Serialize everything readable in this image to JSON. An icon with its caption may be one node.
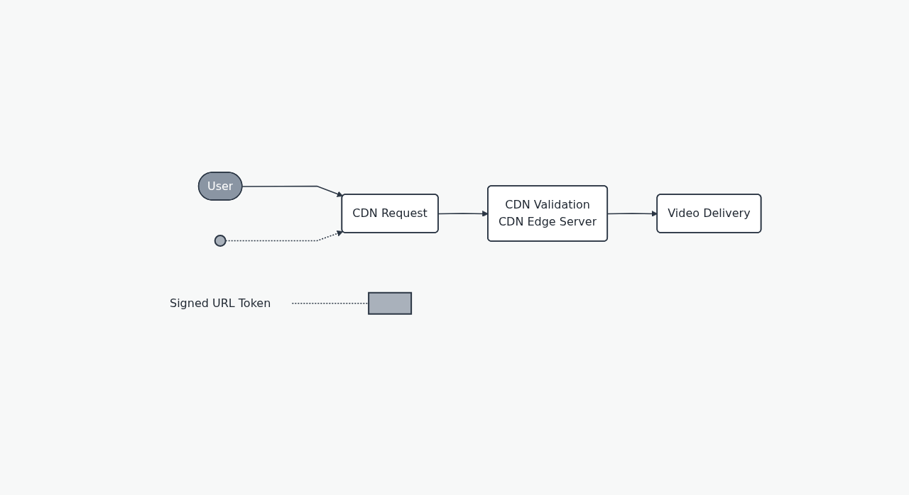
{
  "diagram": {
    "nodes": [
      {
        "text": [
          "User"
        ]
      },
      {
        "text": [
          "CDN Request"
        ]
      },
      {
        "text": [],
        "shape": "circle"
      },
      {
        "text": [
          "Signed URL Token"
        ]
      },
      {
        "text": [],
        "shape": "box"
      },
      {
        "text": [
          "CDN Validation",
          "CDN Edge Server"
        ]
      },
      {
        "text": [
          "Video Delivery"
        ]
      }
    ],
    "edges": [
      {
        "from": 0,
        "to": 1,
        "arrow": "to"
      },
      {
        "from": 2,
        "to": 1,
        "arrow": "to",
        "style": "dashed"
      },
      {
        "from": 3,
        "to": 4,
        "arrow": "none",
        "style": "dashed"
      },
      {
        "from": 1,
        "to": 5,
        "arrow": "to"
      },
      {
        "from": 5,
        "to": 6,
        "arrow": "to"
      }
    ]
  }
}
